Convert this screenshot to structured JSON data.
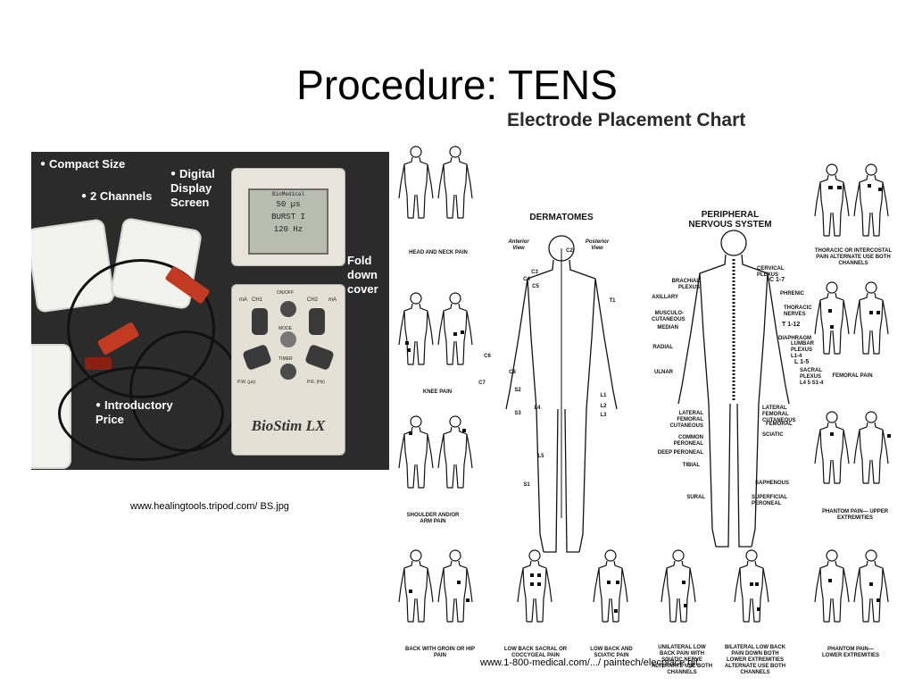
{
  "slide": {
    "title": "Procedure: TENS"
  },
  "photo": {
    "labels": {
      "compact": "Compact Size",
      "channels": "2 Channels",
      "digital": "Digital Display Screen",
      "fold": "Fold down cover",
      "intro": "Introductory Price"
    },
    "device": {
      "lcd_brand": "BioMedical",
      "lcd_line1": "50 µs",
      "lcd_line2": "BURST I",
      "lcd_line3": "120 Hz",
      "onoff": "ON/OFF",
      "mode": "MODE",
      "timer": "TIMER",
      "ch1": "CH1",
      "ch2": "CH2",
      "ma": "mA",
      "pw": "P.W. (µs)",
      "pr": "P.R. (Hz)",
      "brand": "BioStim LX"
    },
    "caption": "www.healingtools.tripod.com/ BS.jpg"
  },
  "chart": {
    "title": "Electrode Placement Chart",
    "dermatomes": "DERMATOMES",
    "anterior": "Anterior View",
    "posterior": "Posterior View",
    "pns": "PERIPHERAL NERVOUS SYSTEM",
    "figures": {
      "head_neck": "HEAD AND NECK PAIN",
      "knee": "KNEE PAIN",
      "shoulder": "SHOULDER AND/OR ARM PAIN",
      "back_groin": "BACK WITH GROIN OR HIP PAIN",
      "sacral": "LOW BACK SACRAL OR COCCYGEAL PAIN",
      "sciatic": "LOW BACK AND SCIATIC PAIN",
      "unilateral": "UNILATERAL LOW BACK PAIN WITH SCIATIC NERVE ALTERNATE USE BOTH CHANNELS",
      "bilateral": "BILATERAL LOW BACK PAIN DOWN BOTH LOWER EXTREMITIES ALTERNATE USE BOTH CHANNELS",
      "phantom_lower": "PHANTOM PAIN— LOWER EXTREMITIES",
      "thoracic": "THORACIC OR INTERCOSTAL PAIN ALTERNATE USE BOTH CHANNELS",
      "femoral": "FEMORAL PAIN",
      "phantom_upper": "PHANTOM PAIN— UPPER EXTREMITIES"
    },
    "nerves_left": [
      "BRACHIAL PLEXUS",
      "AXILLARY",
      "MUSCULO-CUTANEOUS",
      "MEDIAN",
      "RADIAL",
      "ULNAR",
      "LATERAL FEMORAL CUTANEOUS",
      "COMMON PERONEAL",
      "DEEP PERONEAL",
      "TIBIAL",
      "SURAL"
    ],
    "nerves_right": [
      "CERVICAL PLEXUS",
      "C 1-7",
      "PHRENIC",
      "THORACIC NERVES",
      "T 1-12",
      "DIAPHRAGM",
      "LUMBAR PLEXUS L1-4",
      "L 1-5",
      "SACRAL PLEXUS L4 5 S1-4",
      "LATERAL FEMORAL CUTANEOUS",
      "FEMORAL",
      "SCIATIC",
      "SAPHENOUS",
      "SUPERFICIAL PERONEAL"
    ],
    "derm_labels": [
      "C2",
      "C3",
      "C4",
      "C5",
      "C6",
      "C7",
      "C8",
      "T1",
      "L1",
      "L2",
      "L3",
      "L4",
      "L5",
      "S1",
      "S2",
      "S3"
    ],
    "caption": "www.1-800-medical.com/.../ paintech/elecplace.gif"
  }
}
